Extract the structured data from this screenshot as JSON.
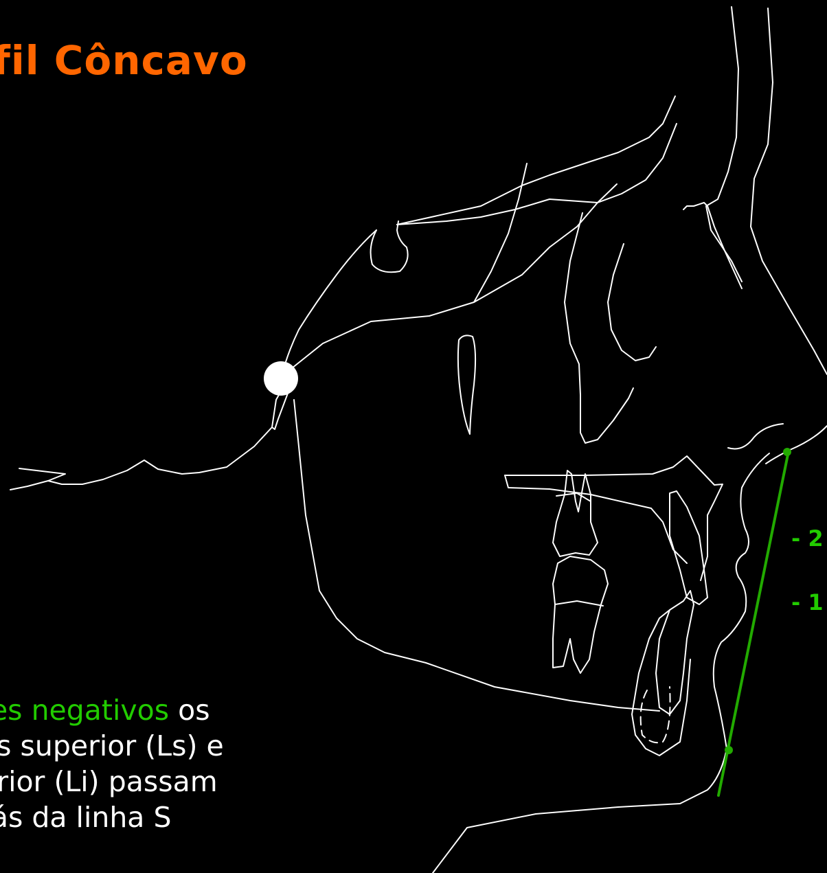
{
  "title": "rfil Côncavo",
  "description": {
    "line1_highlight": "res negativos",
    "line1_rest": " os",
    "line2": "os superior (Ls) e",
    "line3": "erior (Li) passam",
    "line4": "rás da linha S"
  },
  "measurements": {
    "upper_lip": "- 2",
    "lower_lip": "- 1"
  },
  "colors": {
    "title": "#ff6600",
    "accent": "#22cc00",
    "tracing": "#ffffff",
    "background": "#000000"
  }
}
